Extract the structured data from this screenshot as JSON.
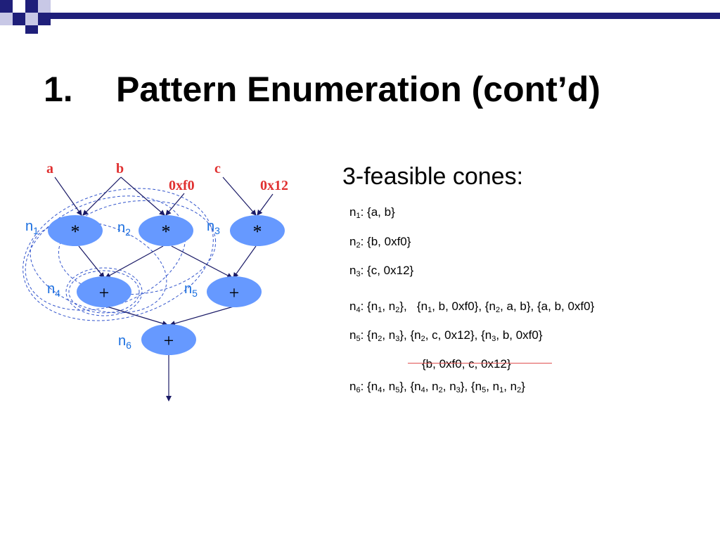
{
  "title": {
    "number": "1.",
    "text": "Pattern Enumeration (cont’d)"
  },
  "diagram": {
    "inputs": {
      "a": "a",
      "b": "b",
      "c": "c",
      "c1": "0xf0",
      "c2": "0x12"
    },
    "ops": {
      "n1": "*",
      "n2": "*",
      "n3": "*",
      "n4": "+",
      "n5": "+",
      "n6": "+"
    },
    "node_labels": {
      "n1": {
        "base": "n",
        "sub": "1"
      },
      "n2": {
        "base": "n",
        "sub": "2"
      },
      "n3": {
        "base": "n",
        "sub": "3"
      },
      "n4": {
        "base": "n",
        "sub": "4"
      },
      "n5": {
        "base": "n",
        "sub": "5"
      },
      "n6": {
        "base": "n",
        "sub": "6"
      }
    },
    "colors": {
      "node": "#6699ff",
      "input_label": "#e03030",
      "node_label": "#1a6fe0",
      "dashed": "#3355cc",
      "strike": "#e05050"
    }
  },
  "cones": {
    "heading": "3-feasible cones:",
    "n1": {
      "pre": "n",
      "sub": "1",
      "text": ": {a, b}"
    },
    "n2": {
      "pre": "n",
      "sub": "2",
      "text": ": {b, 0xf0}"
    },
    "n3": {
      "pre": "n",
      "sub": "3",
      "text": ": {c, 0x12}"
    },
    "n4": {
      "a": "n",
      "s1": "4",
      "b": ": {n",
      "s2": "1",
      "c": ", n",
      "s3": "2",
      "d": "},",
      "e": "{n",
      "s4": "1",
      "f": ", b, 0xf0},  {n",
      "s5": "2",
      "g": ", a, b},   {a, b, 0xf0}"
    },
    "n5": {
      "a": "n",
      "s1": "5",
      "b": ": {n",
      "s2": "2",
      "c": ", n",
      "s3": "3",
      "d": "}, {n",
      "s4": "2",
      "e": ", c, 0x12}, {n",
      "s5": "3",
      "f": ", b, 0xf0}"
    },
    "n5_struck": "{b, 0xf0, c, 0x12}",
    "n6": {
      "a": "n",
      "s1": "6",
      "b": ": {n",
      "s2": "4",
      "c": ", n",
      "s3": "5",
      "d": "}, {n",
      "s4": "4",
      "e": ", n",
      "s5": "2",
      "f": ", n",
      "s6": "3",
      "g": "}, {n",
      "s7": "5",
      "h": ", n",
      "s8": "1",
      "i": ", n",
      "s9": "2",
      "j": "}"
    }
  }
}
